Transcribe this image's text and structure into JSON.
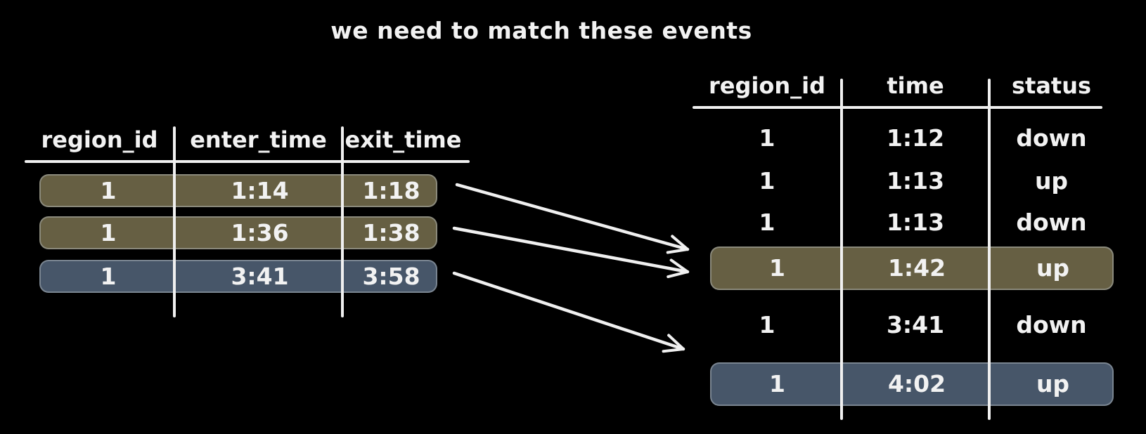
{
  "title": "we need to match these events",
  "colors": {
    "background": "#000000",
    "text": "#f2f2f2",
    "line": "#f0f0f0",
    "olive_highlight": "#665f43",
    "blue_highlight": "#475669"
  },
  "left_table": {
    "columns": [
      "region_id",
      "enter_time",
      "exit_time"
    ],
    "rows": [
      {
        "cells": [
          "1",
          "1:14",
          "1:18"
        ],
        "highlight": "olive"
      },
      {
        "cells": [
          "1",
          "1:36",
          "1:38"
        ],
        "highlight": "olive"
      },
      {
        "cells": [
          "1",
          "3:41",
          "3:58"
        ],
        "highlight": "blue"
      }
    ]
  },
  "right_table": {
    "columns": [
      "region_id",
      "time",
      "status"
    ],
    "rows": [
      {
        "cells": [
          "1",
          "1:12",
          "down"
        ],
        "highlight": "none"
      },
      {
        "cells": [
          "1",
          "1:13",
          "up"
        ],
        "highlight": "none"
      },
      {
        "cells": [
          "1",
          "1:13",
          "down"
        ],
        "highlight": "none"
      },
      {
        "cells": [
          "1",
          "1:42",
          "up"
        ],
        "highlight": "olive"
      },
      {
        "cells": [
          "1",
          "3:41",
          "down"
        ],
        "highlight": "none"
      },
      {
        "cells": [
          "1",
          "4:02",
          "up"
        ],
        "highlight": "blue"
      }
    ]
  },
  "arrows": [
    {
      "from": "left row 1:14-1:18",
      "to": "right row 1:42 up"
    },
    {
      "from": "left row 1:36-1:38",
      "to": "right row 1:42 up"
    },
    {
      "from": "left row 3:41-3:58",
      "to": "right row 4:02 up"
    }
  ]
}
